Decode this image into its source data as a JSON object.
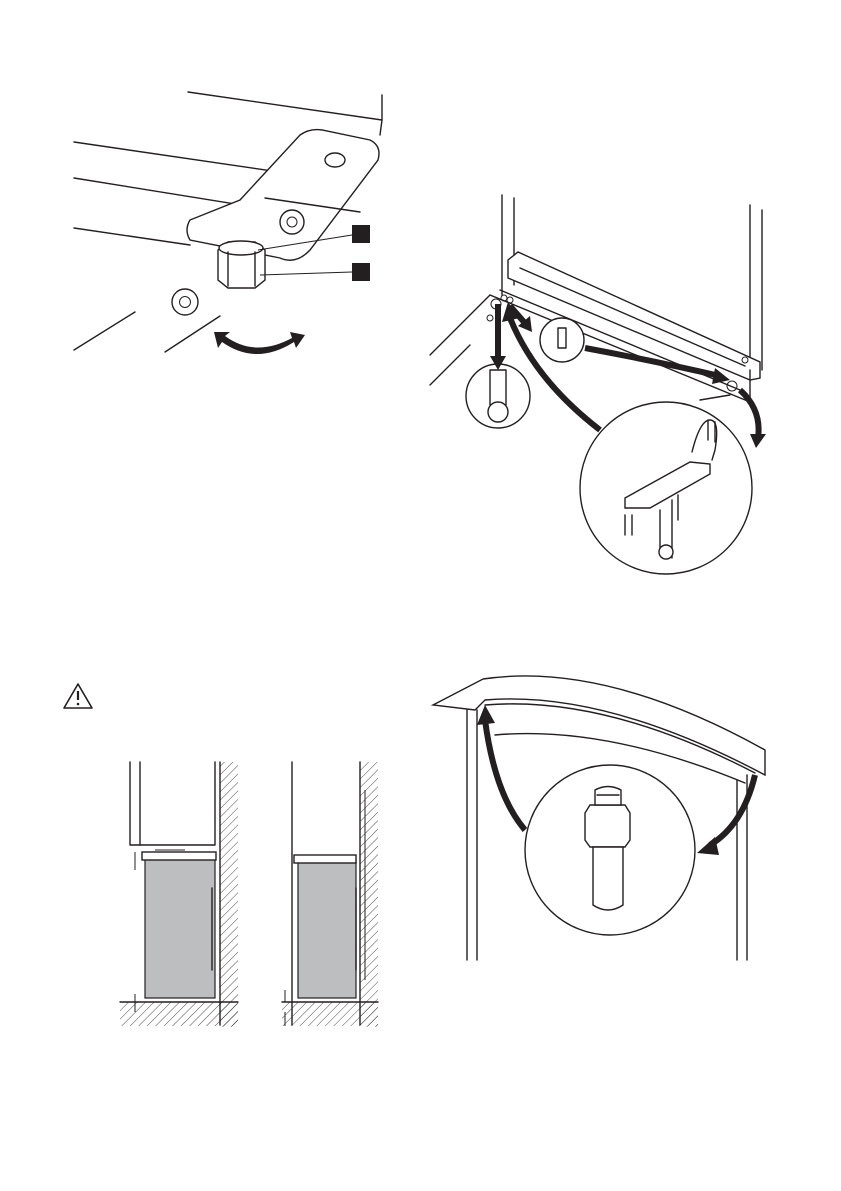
{
  "page": {
    "background": "#ffffff",
    "ink": "#231f20",
    "fill_grey": "#bcbec0"
  },
  "figures": {
    "fig1": {
      "subject": "adjustable-foot-hinge-plate",
      "markers": 2,
      "arrow": "rotate"
    },
    "fig2": {
      "subject": "door-hinge-reversal",
      "callouts": 3
    },
    "fig3": {
      "subject": "ventilation-clearance",
      "variants": 2
    },
    "fig4": {
      "subject": "top-hinge-pin"
    }
  },
  "icons": {
    "warning": "warning-triangle-icon"
  }
}
